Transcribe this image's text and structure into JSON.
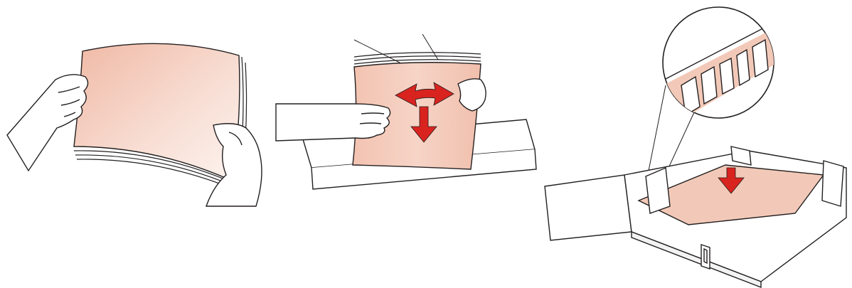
{
  "figure": {
    "panels": [
      {
        "name": "fan-paper-stack",
        "icon": "paper-fan-illustration"
      },
      {
        "name": "align-paper-edges",
        "icon": "paper-align-illustration"
      },
      {
        "name": "load-paper-tray",
        "icon": "printer-tray-illustration"
      }
    ]
  },
  "colors": {
    "paper_fill": "#f2c9b8",
    "paper_highlight": "#fbe9e2",
    "arrow_red": "#d9231f",
    "line": "#231f20"
  }
}
